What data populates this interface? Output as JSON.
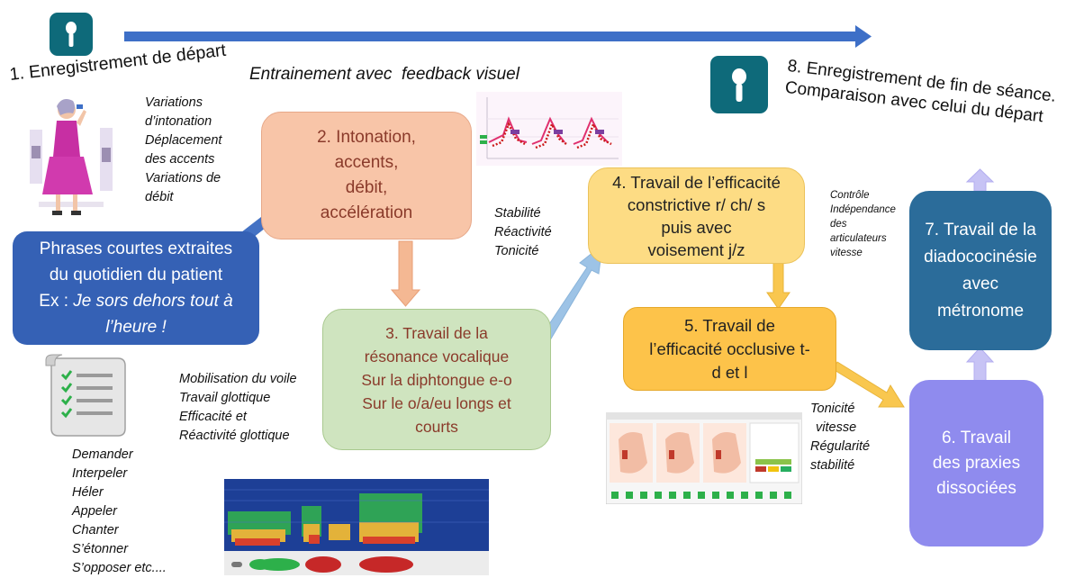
{
  "colors": {
    "blue_dark": "#3561b5",
    "peach": "#f8c5a8",
    "green": "#cfe4bf",
    "yellow": "#fcd05a",
    "teal": "#2b6c9a",
    "lavender": "#8f8bee",
    "arrow_blue": "#3d6fc7",
    "mic": "#0e6a7a"
  },
  "icons": [
    "microphone-icon",
    "checklist-icon",
    "singer-illustration",
    "pitch-graph-image",
    "spectrogram-image",
    "articulation-software-image"
  ],
  "start": {
    "label": "1. Enregistrement de départ"
  },
  "end": {
    "line1": "8. Enregistrement de fin de séance.",
    "line2": "Comparaison avec celui du départ"
  },
  "subtitle": "Entrainement avec  feedback visuel",
  "notes": {
    "variations": [
      "Variations",
      "d’intonation",
      "Déplacement",
      "des accents",
      "Variations de",
      "débit"
    ],
    "stabilite": [
      "Stabilité",
      "Réactivité",
      "Tonicité"
    ],
    "mobilisation": [
      "Mobilisation du voile",
      "Travail glottique",
      "Efficacité et",
      "Réactivité glottique"
    ],
    "demander": [
      "Demander",
      "Interpeler",
      "Héler",
      "Appeler",
      "Chanter",
      "S’étonner",
      "S’opposer etc...."
    ],
    "controle": [
      "Contrôle",
      "Indépendance",
      "des",
      "articulateurs",
      "vitesse"
    ],
    "tonicite": [
      "Tonicité",
      "vitesse",
      "Régularité",
      "stabilité"
    ]
  },
  "boxes": {
    "phrases": {
      "line1": "Phrases courtes extraites",
      "line2": "du quotidien du patient",
      "line3_prefix": "Ex : ",
      "line3_italic": "Je sors dehors tout à",
      "line4": "l’heure !"
    },
    "b2": [
      "2. Intonation,",
      "accents,",
      "débit,",
      "accélération"
    ],
    "b3": [
      "3. Travail de la",
      "résonance vocalique",
      "Sur la diphtongue e-o",
      "Sur le o/a/eu longs et",
      "courts"
    ],
    "b4": [
      "4. Travail de l’efficacité",
      "constrictive r/ ch/ s",
      "puis avec",
      "voisement j/z"
    ],
    "b5": [
      "5. Travail de",
      "l’efficacité occlusive t-",
      "d et l"
    ],
    "b6": [
      "6. Travail",
      "des praxies",
      "dissociées"
    ],
    "b7": [
      "7. Travail de la",
      "diadococinésie",
      "avec",
      "métronome"
    ]
  }
}
